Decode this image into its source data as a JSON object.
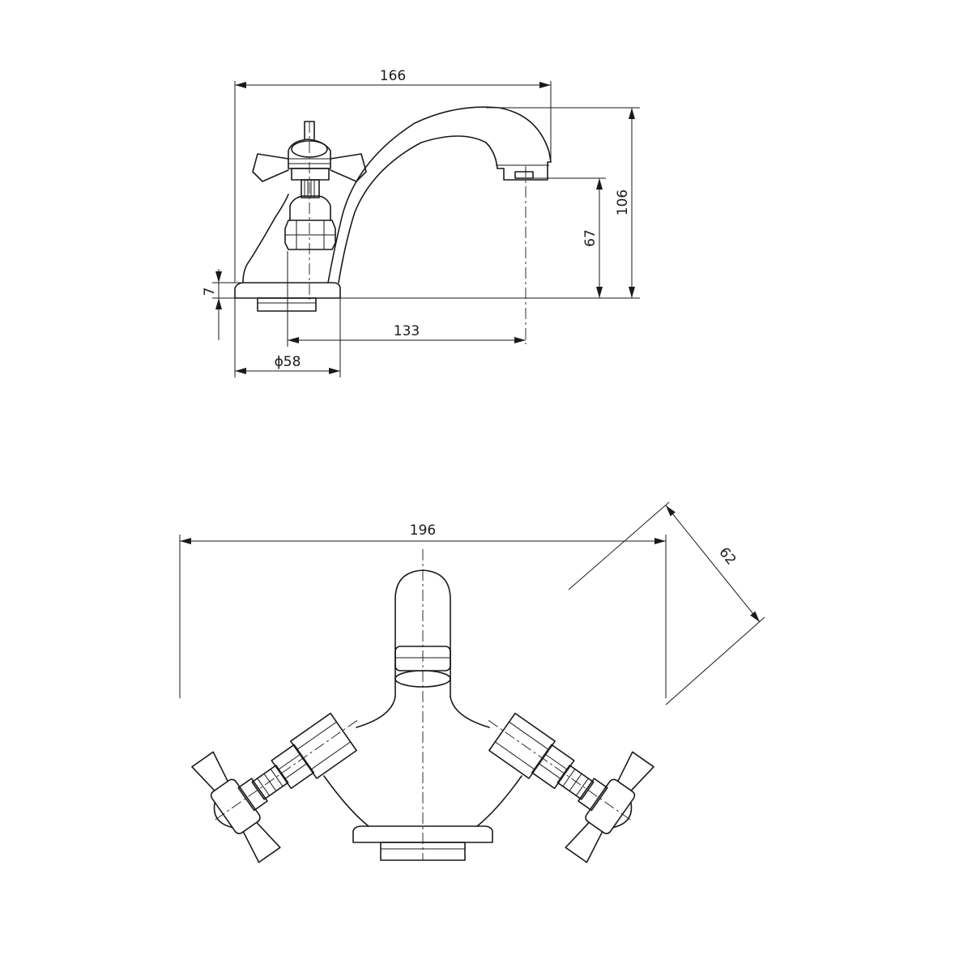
{
  "diagram": {
    "side_view": {
      "dimensions": {
        "overall_length": "166",
        "overall_height": "106",
        "spout_height": "67",
        "spout_reach": "133",
        "base_thickness": "7",
        "base_diameter": "ϕ58"
      }
    },
    "front_view": {
      "dimensions": {
        "overall_width": "196",
        "handle_depth": "62"
      }
    }
  }
}
